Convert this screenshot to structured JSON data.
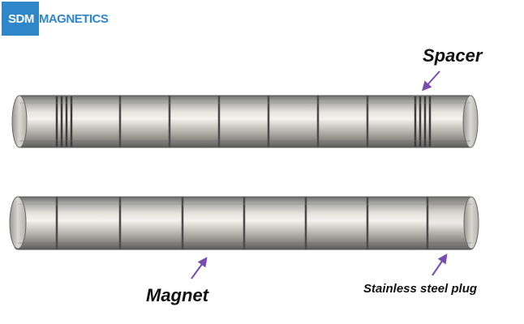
{
  "logo": {
    "boxed": "SDM",
    "rest": "MAGNETICS"
  },
  "labels": {
    "spacer": "Spacer",
    "magnet": "Magnet",
    "plug": "Stainless steel plug"
  },
  "colors": {
    "brand": "#2f86c8",
    "arrow": "#7a4bb0"
  }
}
